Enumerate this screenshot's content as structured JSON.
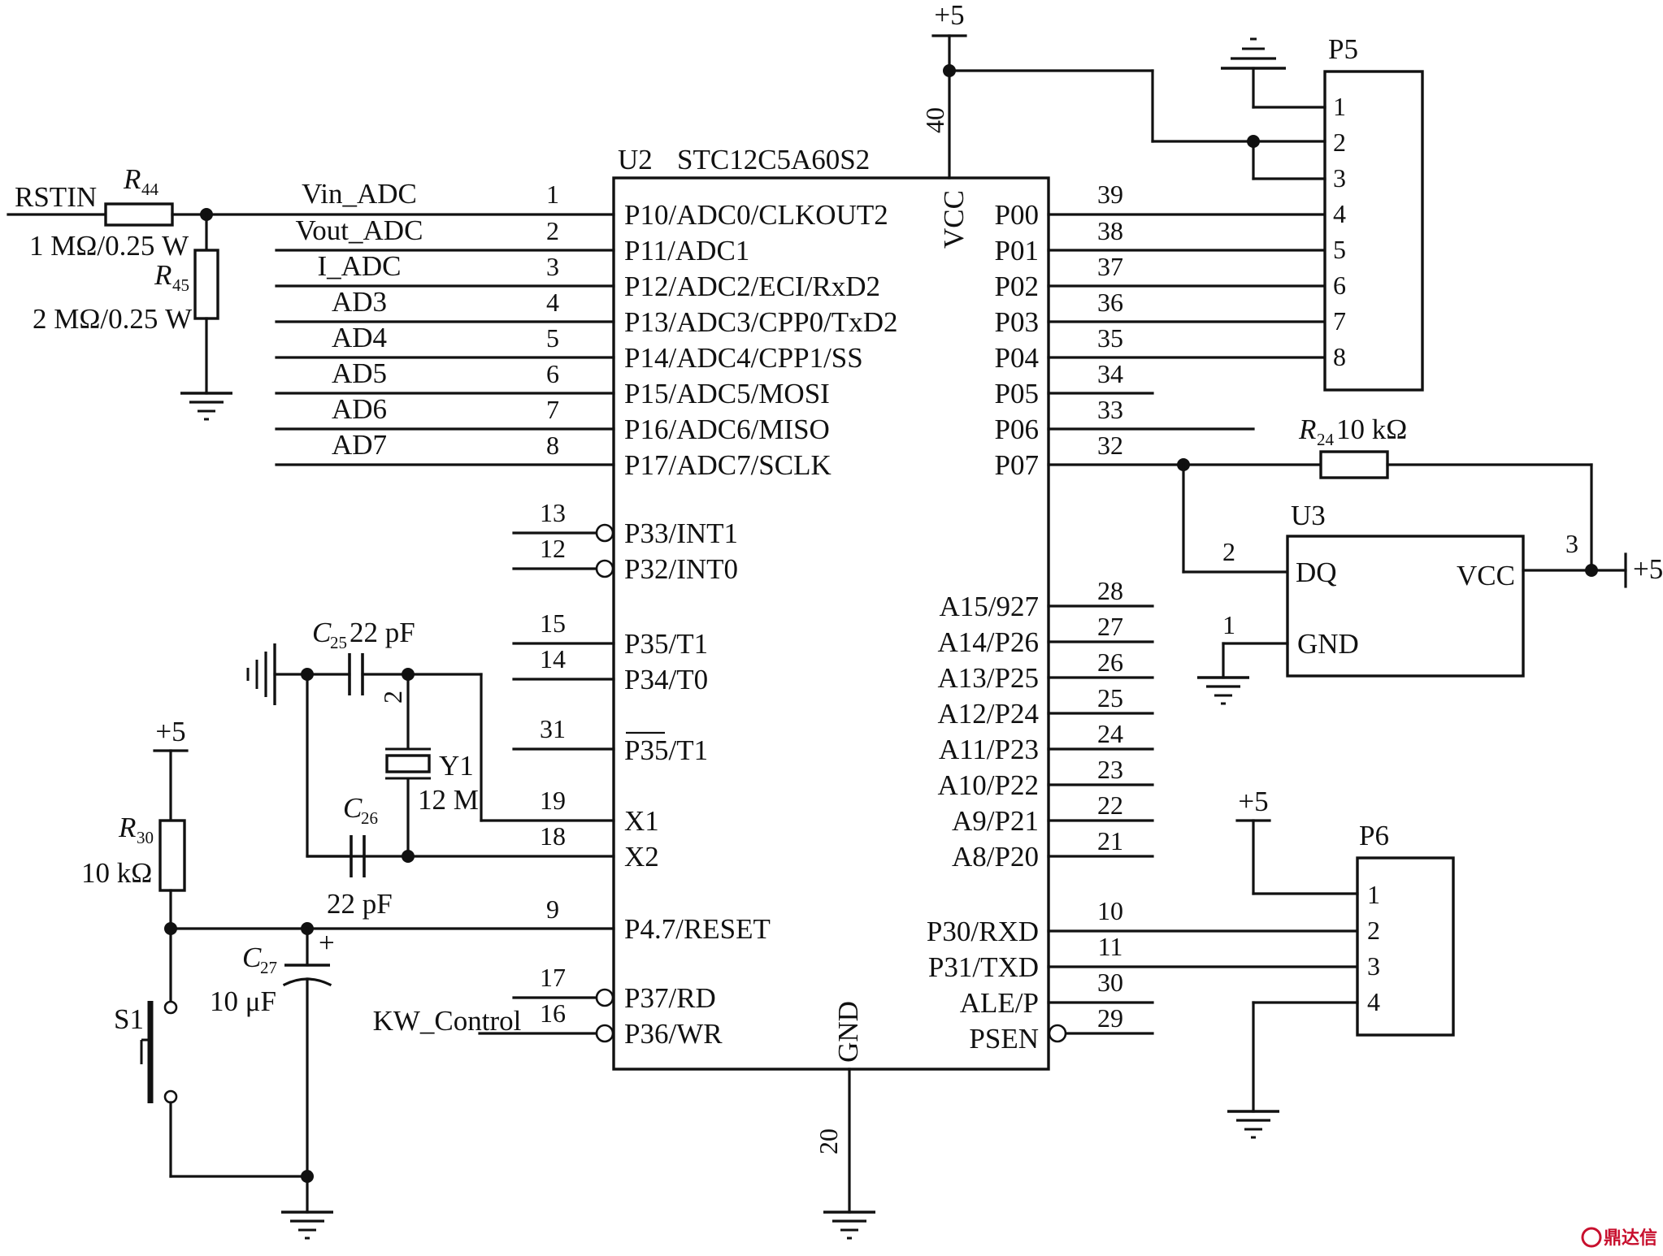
{
  "u2": {
    "ref": "U2",
    "part": "STC12C5A60S2",
    "vcc_label": "VCC",
    "vcc_pin": "40",
    "gnd_label": "GND",
    "gnd_pin": "20",
    "left_pins": [
      {
        "num": "1",
        "name": "P10/ADC0/CLKOUT2",
        "net": "Vin_ADC"
      },
      {
        "num": "2",
        "name": "P11/ADC1",
        "net": "Vout_ADC"
      },
      {
        "num": "3",
        "name": "P12/ADC2/ECI/RxD2",
        "net": "I_ADC"
      },
      {
        "num": "4",
        "name": "P13/ADC3/CPP0/TxD2",
        "net": "AD3"
      },
      {
        "num": "5",
        "name": "P14/ADC4/CPP1/SS",
        "net": "AD4"
      },
      {
        "num": "6",
        "name": "P15/ADC5/MOSI",
        "net": "AD5"
      },
      {
        "num": "7",
        "name": "P16/ADC6/MISO",
        "net": "AD6"
      },
      {
        "num": "8",
        "name": "P17/ADC7/SCLK",
        "net": "AD7"
      },
      {
        "num": "13",
        "name": "P33/INT1"
      },
      {
        "num": "12",
        "name": "P32/INT0"
      },
      {
        "num": "15",
        "name": "P35/T1"
      },
      {
        "num": "14",
        "name": "P34/T0"
      },
      {
        "num": "31",
        "name": "P35/T1"
      },
      {
        "num": "19",
        "name": "X1"
      },
      {
        "num": "18",
        "name": "X2"
      },
      {
        "num": "9",
        "name": "P4.7/RESET"
      },
      {
        "num": "17",
        "name": "P37/RD"
      },
      {
        "num": "16",
        "name": "P36/WR",
        "net": "KW_Control"
      }
    ],
    "right_pins": [
      {
        "num": "39",
        "name": "P00"
      },
      {
        "num": "38",
        "name": "P01"
      },
      {
        "num": "37",
        "name": "P02"
      },
      {
        "num": "36",
        "name": "P03"
      },
      {
        "num": "35",
        "name": "P04"
      },
      {
        "num": "34",
        "name": "P05"
      },
      {
        "num": "33",
        "name": "P06"
      },
      {
        "num": "32",
        "name": "P07"
      },
      {
        "num": "28",
        "name": "A15/927"
      },
      {
        "num": "27",
        "name": "A14/P26"
      },
      {
        "num": "26",
        "name": "A13/P25"
      },
      {
        "num": "25",
        "name": "A12/P24"
      },
      {
        "num": "24",
        "name": "A11/P23"
      },
      {
        "num": "23",
        "name": "A10/P22"
      },
      {
        "num": "22",
        "name": "A9/P21"
      },
      {
        "num": "21",
        "name": "A8/P20"
      },
      {
        "num": "10",
        "name": "P30/RXD"
      },
      {
        "num": "11",
        "name": "P31/TXD"
      },
      {
        "num": "30",
        "name": "ALE/P"
      },
      {
        "num": "29",
        "name": "PSEN"
      }
    ]
  },
  "supply": "+5",
  "rstin": "RSTIN",
  "r44": {
    "ref": "R",
    "sub": "44",
    "value": "1 MΩ/0.25 W"
  },
  "r45": {
    "ref": "R",
    "sub": "45",
    "value": "2 MΩ/0.25 W"
  },
  "r30": {
    "ref": "R",
    "sub": "30",
    "value": "10 kΩ"
  },
  "r24": {
    "ref": "R",
    "sub": "24",
    "value": "10 kΩ"
  },
  "c25": {
    "ref": "C",
    "sub": "25",
    "value": "22 pF",
    "pin": "2"
  },
  "c26": {
    "ref": "C",
    "sub": "26",
    "value": "22 pF"
  },
  "c27": {
    "ref": "C",
    "sub": "27",
    "value": "10 μF",
    "polarity": "+"
  },
  "y1": {
    "ref": "Y1",
    "value": "12 M"
  },
  "s1": {
    "ref": "S1"
  },
  "p5": {
    "ref": "P5",
    "pins": [
      "1",
      "2",
      "3",
      "4",
      "5",
      "6",
      "7",
      "8"
    ]
  },
  "p6": {
    "ref": "P6",
    "pins": [
      "1",
      "2",
      "3",
      "4"
    ]
  },
  "u3": {
    "ref": "U3",
    "dq": "DQ",
    "vcc": "VCC",
    "gnd": "GND",
    "dq_pin": "2",
    "vcc_pin": "3",
    "gnd_pin": "1"
  },
  "watermark": "鼎达信"
}
